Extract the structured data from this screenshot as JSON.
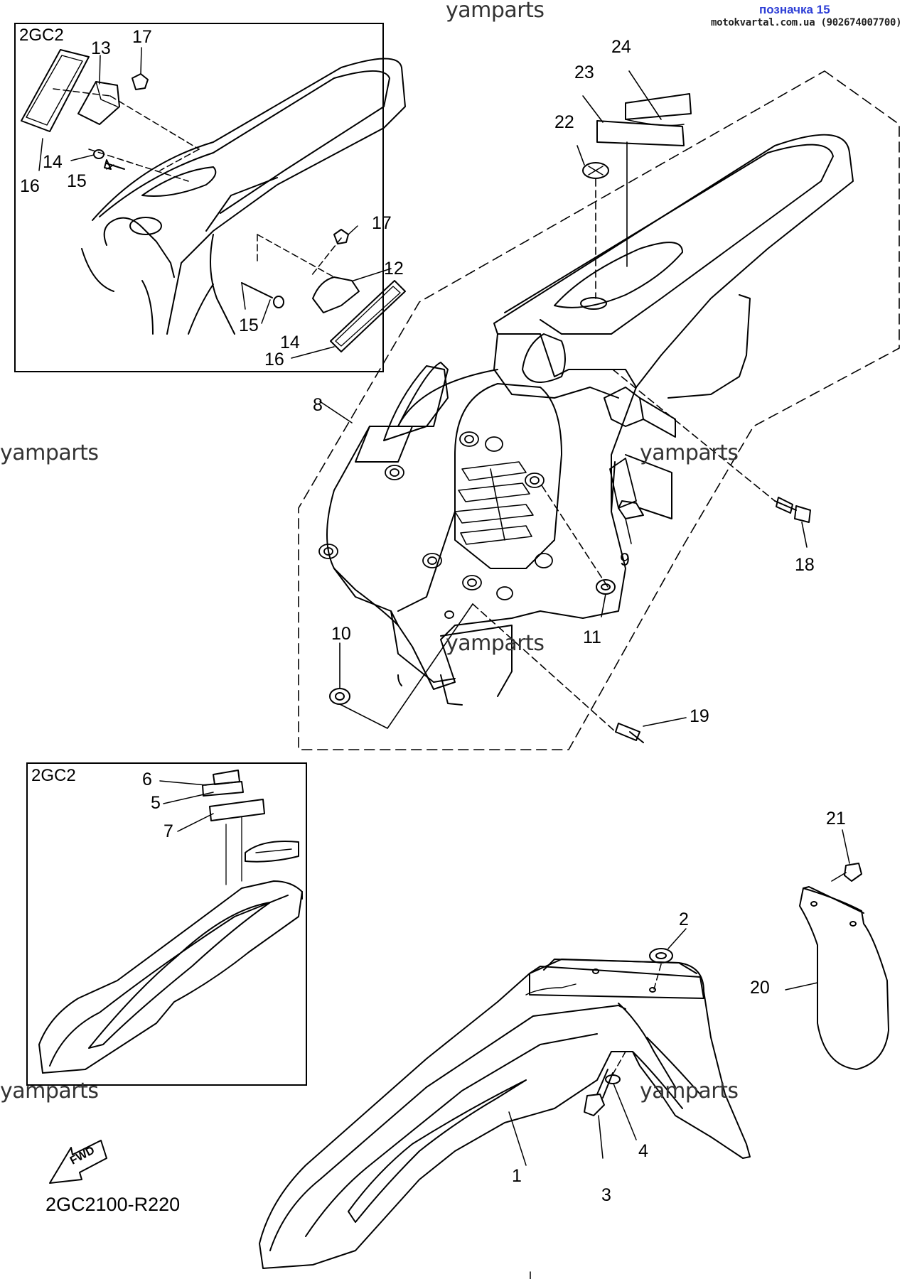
{
  "header": {
    "title": "позначка 15",
    "source": "motokvartal.com.ua (902674007700)"
  },
  "watermark": "yamparts",
  "insets": {
    "rear_label": "2GC2",
    "front_label": "2GC2"
  },
  "diagram_code": "2GC2100-R220",
  "fwd_label": "FWD",
  "callouts": {
    "c1": "1",
    "c2": "2",
    "c3": "3",
    "c4": "4",
    "c5": "5",
    "c6": "6",
    "c7": "7",
    "c8": "8",
    "c9": "9",
    "c10": "10",
    "c11": "11",
    "c12": "12",
    "c13": "13",
    "c14a": "14",
    "c14b": "14",
    "c15a": "15",
    "c15b": "15",
    "c16a": "16",
    "c16b": "16",
    "c17a": "17",
    "c17b": "17",
    "c18": "18",
    "c19": "19",
    "c20": "20",
    "c21": "21",
    "c22": "22",
    "c23": "23",
    "c24": "24"
  }
}
